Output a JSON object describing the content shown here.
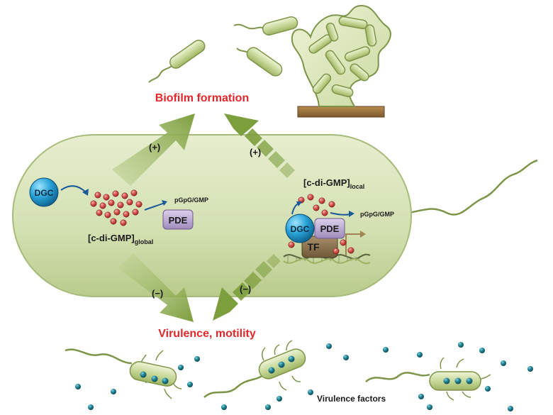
{
  "labels": {
    "biofilm_formation": "Biofilm formation",
    "virulence_motility": "Virulence, motility",
    "virulence_factors": "Virulence factors",
    "plus_left": "(+)",
    "plus_right": "(+)",
    "minus_left": "(−)",
    "minus_right": "(−)"
  },
  "cell": {
    "dgc_global": "DGC",
    "pde_global": "PDE",
    "product_global": "pGpG/GMP",
    "pool_global_main": "[c-di-GMP]",
    "pool_global_sub": "global",
    "pool_local_main": "[c-di-GMP]",
    "pool_local_sub": "local",
    "dgc_local": "DGC",
    "pde_local": "PDE",
    "tf": "TF",
    "product_local": "pGpG/GMP"
  },
  "colors": {
    "highlight_red": "#e3262a",
    "cell_fill": "#d6e2b6",
    "arrow_green": "#8aab4a",
    "dgc_blue": "#2aa4d8",
    "pde_purple": "#b7a5cf",
    "tf_brown": "#8c7452",
    "cdg_red": "#d8504d",
    "factor_teal": "#1e7f8f"
  },
  "icons": [
    "dgc-sphere-icon",
    "pde-box-icon",
    "tf-box-icon",
    "dna-helix-icon",
    "flagellum-icon",
    "bacterium-icon",
    "biofilm-icon"
  ]
}
